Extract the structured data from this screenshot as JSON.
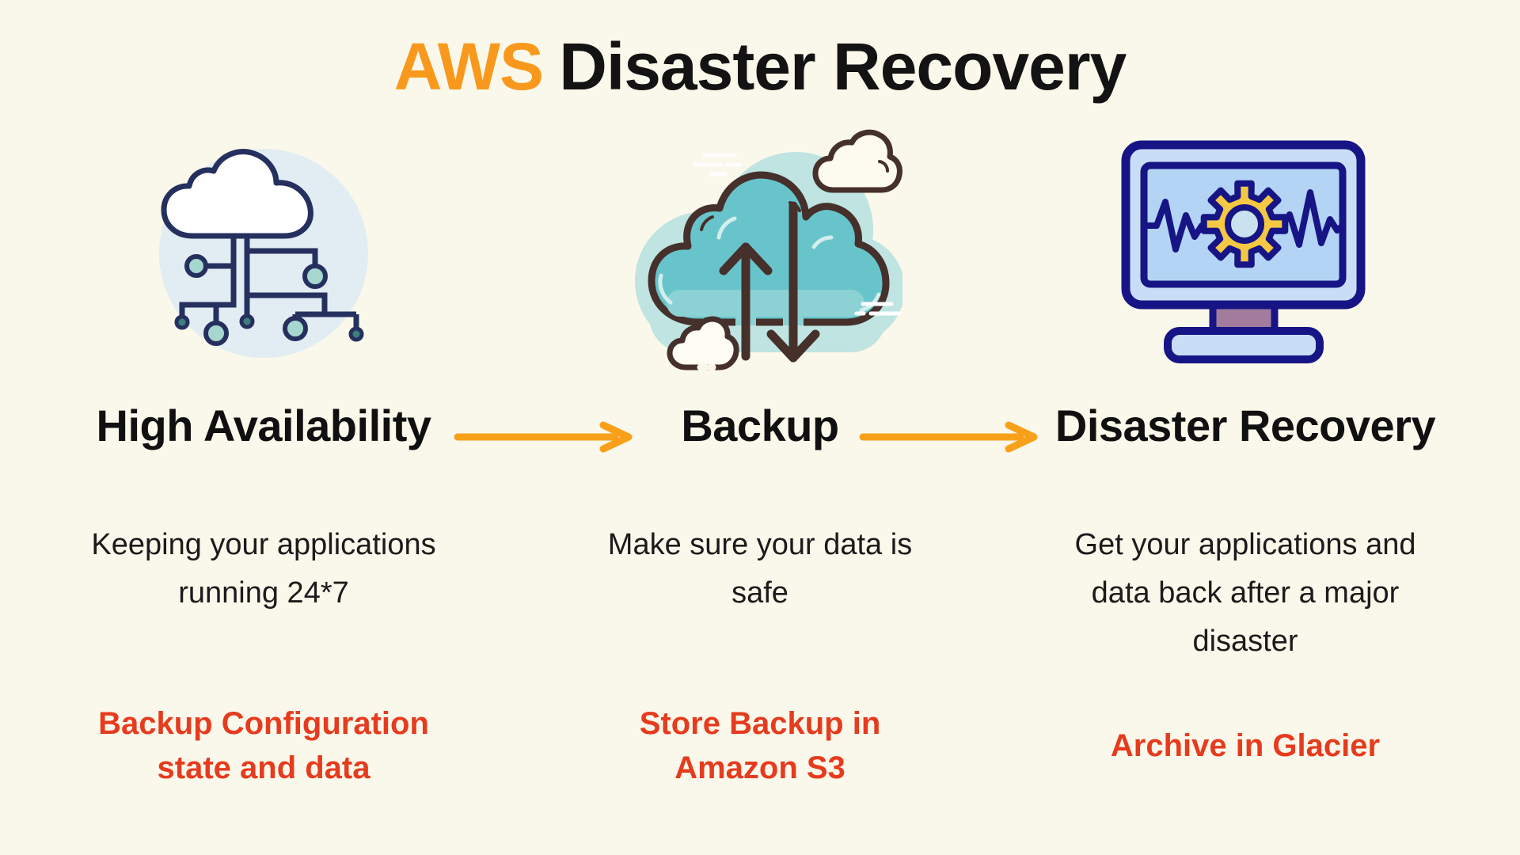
{
  "title": {
    "accent": "AWS",
    "rest": "Disaster Recovery"
  },
  "columns": [
    {
      "icon": "cloud-network-icon",
      "label": "High Availability",
      "description": "Keeping your applications running 24*7",
      "note": "Backup Configuration state and data"
    },
    {
      "icon": "cloud-backup-arrows-icon",
      "label": "Backup",
      "description": "Make sure your data is safe",
      "note": "Store Backup in Amazon S3"
    },
    {
      "icon": "monitor-pulse-gear-icon",
      "label": "Disaster Recovery",
      "description": "Get your applications and data back after a major disaster",
      "note": "Archive in Glacier"
    }
  ],
  "arrows": [
    {
      "from": "High Availability",
      "to": "Backup"
    },
    {
      "from": "Backup",
      "to": "Disaster Recovery"
    }
  ],
  "colors": {
    "background": "#FAF8EA",
    "title_accent_orange": "#F8991D",
    "arrow_orange": "#F9A01B",
    "note_red": "#E63B1E",
    "heading_black": "#131313",
    "icon1_navy": "#25305E",
    "icon1_circle_bg": "#E2ECF3",
    "icon1_node_teal": "#A6D7CF",
    "icon1_node_dark_teal": "#3D7F7E",
    "icon2_cloud_teal": "#68C4CB",
    "icon2_back_cloud": "#BFE4E1",
    "icon2_outline_brown": "#45302B",
    "icon3_navy": "#171585",
    "icon3_frame_blue": "#C9DEF6",
    "icon3_screen_blue": "#B3D4F4",
    "icon3_gear_yellow": "#F5C844",
    "icon3_stand_mauve": "#A27C9D"
  }
}
